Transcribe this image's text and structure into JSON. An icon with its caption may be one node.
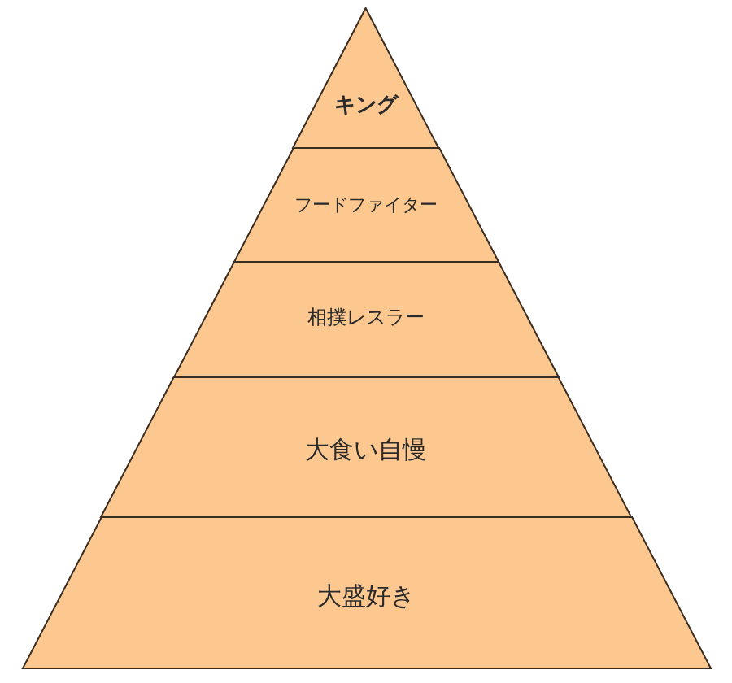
{
  "diagram": {
    "nodes": [
      {
        "text": [
          "キング"
        ]
      },
      {
        "text": [
          "フードファイター"
        ]
      },
      {
        "text": [
          "相撲レスラー"
        ]
      },
      {
        "text": [
          "大食い自慢"
        ]
      },
      {
        "text": [
          "大盛好き"
        ]
      }
    ]
  }
}
